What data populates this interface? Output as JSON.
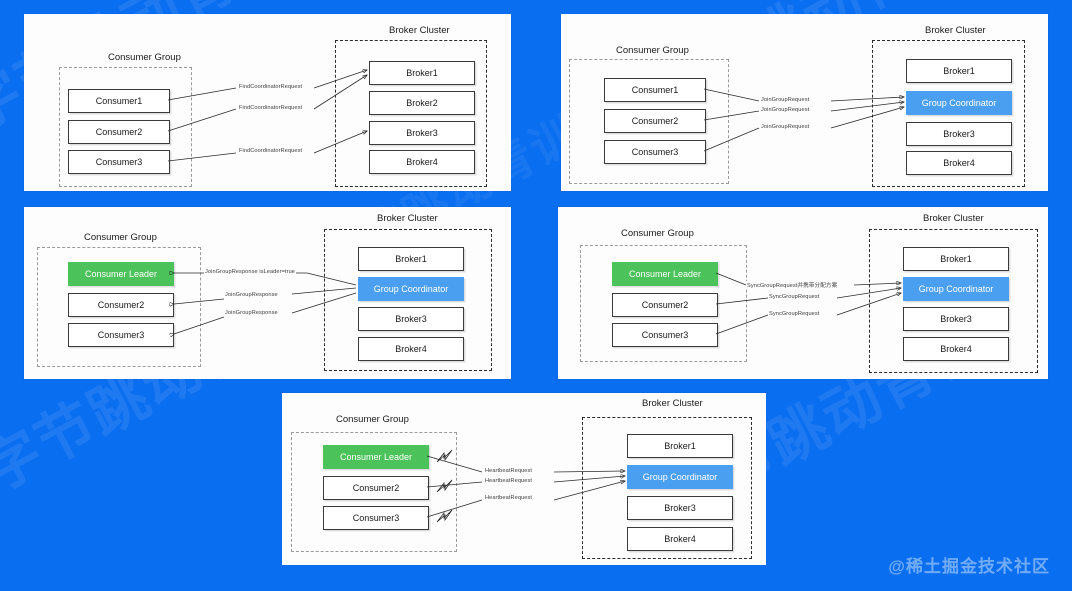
{
  "page": {
    "background_color": "#0a6ef0",
    "panel_color": "#fdfdfd",
    "accent_green": "#4cc35a",
    "accent_blue": "#4a9ff0",
    "bolt_color": "#d32020",
    "corner_watermark": "@稀土掘金技术社区",
    "background_watermark": "字节跳动青训营"
  },
  "common": {
    "consumer_group_title": "Consumer Group",
    "broker_cluster_title": "Broker Cluster",
    "consumer1": "Consumer1",
    "consumer2": "Consumer2",
    "consumer3": "Consumer3",
    "consumer_leader": "Consumer Leader",
    "broker1": "Broker1",
    "broker2": "Broker2",
    "broker3": "Broker3",
    "broker4": "Broker4",
    "group_coordinator": "Group Coordinator"
  },
  "panels": [
    {
      "id": "find-coordinator",
      "consumer_group_title": "Consumer Group",
      "broker_cluster_title": "Broker Cluster",
      "consumers": [
        "Consumer1",
        "Consumer2",
        "Consumer3"
      ],
      "brokers": [
        "Broker1",
        "Broker2",
        "Broker3",
        "Broker4"
      ],
      "edge_labels": [
        "FindCoordinatorRequest",
        "FindCoordinatorRequest",
        "FindCoordinatorRequest"
      ]
    },
    {
      "id": "join-group-request",
      "consumer_group_title": "Consumer Group",
      "broker_cluster_title": "Broker Cluster",
      "consumers": [
        "Consumer1",
        "Consumer2",
        "Consumer3"
      ],
      "brokers": [
        "Broker1",
        "Group Coordinator",
        "Broker3",
        "Broker4"
      ],
      "edge_labels": [
        "JoinGroupRequest",
        "JoinGroupRequest",
        "JoinGroupRequest"
      ]
    },
    {
      "id": "join-group-response",
      "consumer_group_title": "Consumer Group",
      "broker_cluster_title": "Broker Cluster",
      "consumers": [
        "Consumer Leader",
        "Consumer2",
        "Consumer3"
      ],
      "brokers": [
        "Broker1",
        "Group Coordinator",
        "Broker3",
        "Broker4"
      ],
      "edge_labels": [
        "JoinGroupResponse isLeader=true",
        "JoinGroupResponse",
        "JoinGroupResponse"
      ]
    },
    {
      "id": "sync-group-request",
      "consumer_group_title": "Consumer Group",
      "broker_cluster_title": "Broker Cluster",
      "consumers": [
        "Consumer Leader",
        "Consumer2",
        "Consumer3"
      ],
      "brokers": [
        "Broker1",
        "Group Coordinator",
        "Broker3",
        "Broker4"
      ],
      "edge_labels": [
        "SyncGroupRequest并携带分配方案",
        "SyncGroupRequest",
        "SyncGroupRequest"
      ]
    },
    {
      "id": "heartbeat-request",
      "consumer_group_title": "Consumer Group",
      "broker_cluster_title": "Broker Cluster",
      "consumers": [
        "Consumer Leader",
        "Consumer2",
        "Consumer3"
      ],
      "brokers": [
        "Broker1",
        "Group Coordinator",
        "Broker3",
        "Broker4"
      ],
      "edge_labels": [
        "HeartbeatRequest",
        "HeartbeatRequest",
        "HeartbeatRequest"
      ]
    }
  ]
}
